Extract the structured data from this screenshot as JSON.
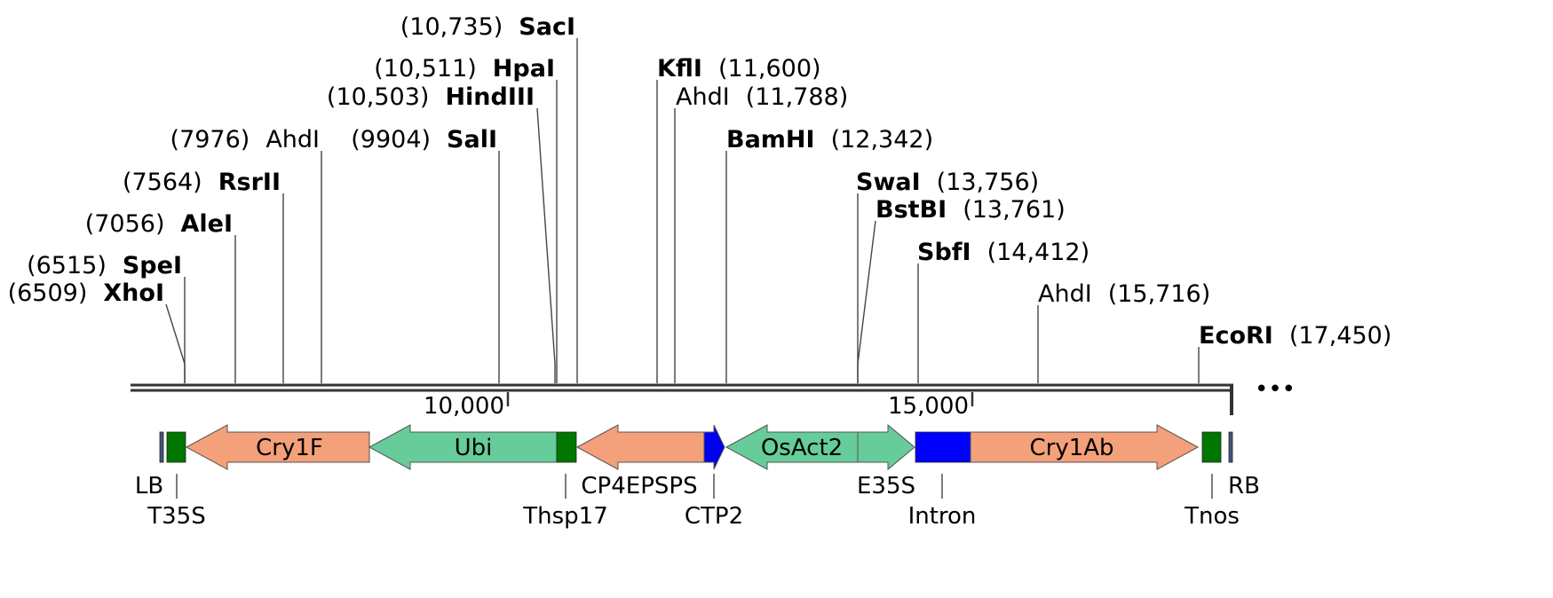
{
  "colors": {
    "cds": "#f4a07a",
    "promoter": "#66cc99",
    "terminator": "#007700",
    "transit": "#0000ee",
    "intron": "#0000ff",
    "border": "#44547a",
    "backbone": "#333333"
  },
  "ticks": [
    {
      "label": "10,000"
    },
    {
      "label": "15,000"
    }
  ],
  "continuation": "•••",
  "sites": [
    {
      "pos": "(6509)",
      "name": "XhoI",
      "bold": true
    },
    {
      "pos": "(6515)",
      "name": "SpeI",
      "bold": true
    },
    {
      "pos": "(7056)",
      "name": "AleI",
      "bold": true
    },
    {
      "pos": "(7564)",
      "name": "RsrII",
      "bold": true
    },
    {
      "pos": "(7976)",
      "name": "AhdI",
      "bold": false
    },
    {
      "pos": "(9904)",
      "name": "SalI",
      "bold": true
    },
    {
      "pos": "(10,503)",
      "name": "HindIII",
      "bold": true
    },
    {
      "pos": "(10,511)",
      "name": "HpaI",
      "bold": true
    },
    {
      "pos": "(10,735)",
      "name": "SacI",
      "bold": true
    },
    {
      "name": "KflI",
      "pos": "(11,600)",
      "bold": true
    },
    {
      "name": "AhdI",
      "pos": "(11,788)",
      "bold": false
    },
    {
      "name": "BamHI",
      "pos": "(12,342)",
      "bold": true
    },
    {
      "name": "SwaI",
      "pos": "(13,756)",
      "bold": true
    },
    {
      "name": "BstBI",
      "pos": "(13,761)",
      "bold": true
    },
    {
      "name": "SbfI",
      "pos": "(14,412)",
      "bold": true
    },
    {
      "name": "AhdI",
      "pos": "(15,716)",
      "bold": false
    },
    {
      "name": "EcoRI",
      "pos": "(17,450)",
      "bold": true
    }
  ],
  "features": [
    {
      "name": "LB",
      "type": "border"
    },
    {
      "name": "T35S",
      "type": "terminator"
    },
    {
      "name": "Cry1F",
      "type": "cds"
    },
    {
      "name": "Ubi",
      "type": "promoter"
    },
    {
      "name": "Thsp17",
      "type": "terminator"
    },
    {
      "name": "CP4EPSPS",
      "type": "cds"
    },
    {
      "name": "CTP2",
      "type": "transit"
    },
    {
      "name": "OsAct2",
      "type": "promoter"
    },
    {
      "name": "E35S",
      "type": "promoter"
    },
    {
      "name": "Intron",
      "type": "intron"
    },
    {
      "name": "Cry1Ab",
      "type": "cds"
    },
    {
      "name": "Tnos",
      "type": "terminator"
    },
    {
      "name": "RB",
      "type": "border"
    }
  ]
}
